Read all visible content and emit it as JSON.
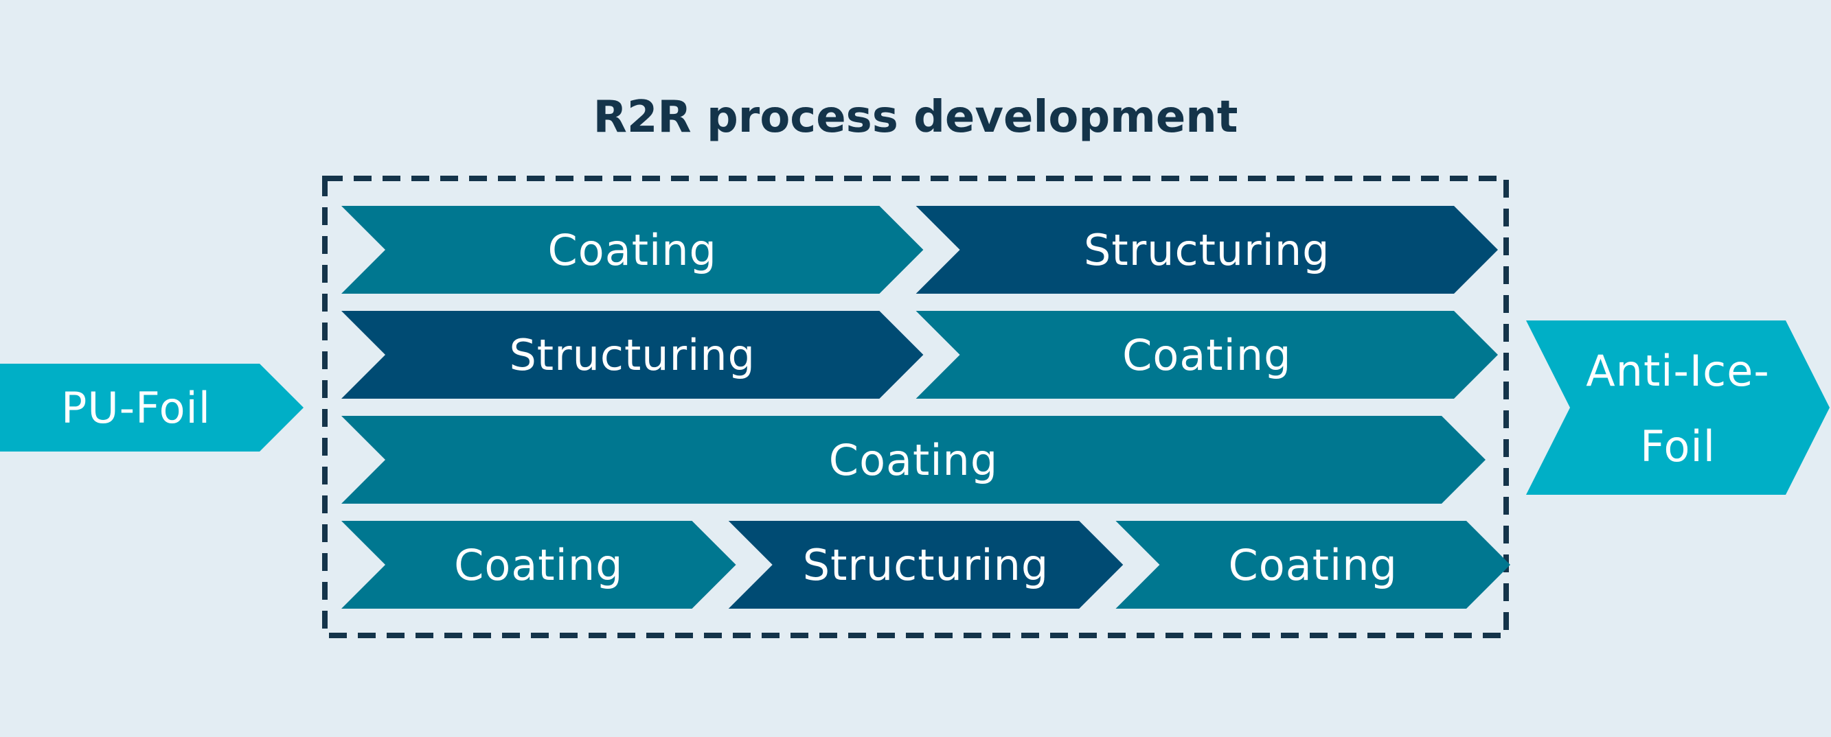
{
  "title": "R2R process development",
  "input": {
    "label": "PU-Foil"
  },
  "output": {
    "label_line1": "Anti-Ice-",
    "label_line2": "Foil"
  },
  "colors": {
    "background": "#e3edf3",
    "coating": "#007790",
    "structuring": "#004b73",
    "endpoint": "#00afc6",
    "frame": "#14344a"
  },
  "rows": [
    {
      "steps": [
        {
          "label": "Coating",
          "kind": "coating"
        },
        {
          "label": "Structuring",
          "kind": "structuring"
        }
      ]
    },
    {
      "steps": [
        {
          "label": "Structuring",
          "kind": "structuring"
        },
        {
          "label": "Coating",
          "kind": "coating"
        }
      ]
    },
    {
      "steps": [
        {
          "label": "Coating",
          "kind": "coating"
        }
      ]
    },
    {
      "steps": [
        {
          "label": "Coating",
          "kind": "coating"
        },
        {
          "label": "Structuring",
          "kind": "structuring"
        },
        {
          "label": "Coating",
          "kind": "coating"
        }
      ]
    }
  ]
}
